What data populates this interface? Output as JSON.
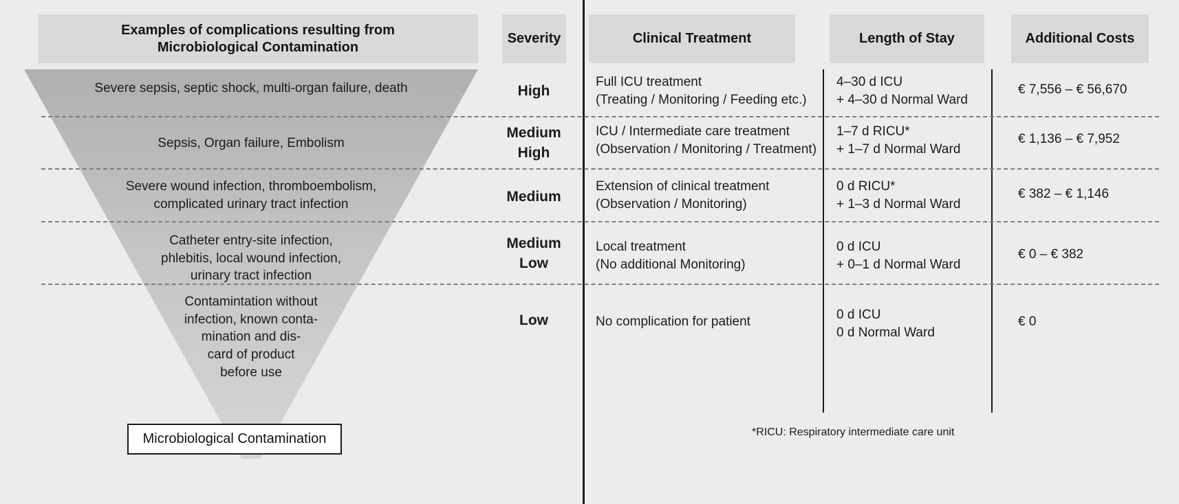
{
  "headers": {
    "examples": "Examples of complications resulting from\nMicrobiological Contamination",
    "examples_line1": "Examples of complications resulting from",
    "examples_line2": "Microbiological Contamination",
    "severity": "Severity",
    "clinical_treatment": "Clinical Treatment",
    "length_of_stay": "Length of Stay",
    "additional_costs": "Additional Costs"
  },
  "rows": [
    {
      "severity": "High",
      "severity_line1": "High",
      "severity_line2": "",
      "examples": [
        "Severe sepsis, septic shock, multi-organ failure, death"
      ],
      "clinical_treatment": [
        "Full ICU treatment",
        "(Treating / Monitoring / Feeding etc.)"
      ],
      "length_of_stay": [
        "4–30 d ICU",
        "+ 4–30 d Normal Ward"
      ],
      "additional_costs": "€ 7,556 – € 56,670"
    },
    {
      "severity": "Medium High",
      "severity_line1": "Medium",
      "severity_line2": "High",
      "examples": [
        "Sepsis, Organ failure, Embolism"
      ],
      "clinical_treatment": [
        "ICU / Intermediate care treatment",
        "(Observation / Monitoring / Treatment)"
      ],
      "length_of_stay": [
        "1–7 d RICU*",
        "+ 1–7 d Normal Ward"
      ],
      "additional_costs": "€ 1,136 – € 7,952"
    },
    {
      "severity": "Medium",
      "severity_line1": "Medium",
      "severity_line2": "",
      "examples": [
        "Severe wound infection, thromboembolism,",
        "complicated urinary tract infection"
      ],
      "clinical_treatment": [
        "Extension of clinical treatment",
        "(Observation / Monitoring)"
      ],
      "length_of_stay": [
        "0 d RICU*",
        "+ 1–3 d Normal Ward"
      ],
      "additional_costs": "€ 382 – € 1,146"
    },
    {
      "severity": "Medium Low",
      "severity_line1": "Medium",
      "severity_line2": "Low",
      "examples": [
        "Catheter entry-site infection,",
        "phlebitis, local wound infection,",
        "urinary tract infection"
      ],
      "clinical_treatment": [
        "Local treatment",
        "(No additional Monitoring)"
      ],
      "length_of_stay": [
        "0 d ICU",
        "+ 0–1 d Normal Ward"
      ],
      "additional_costs": "€ 0 – € 382"
    },
    {
      "severity": "Low",
      "severity_line1": "Low",
      "severity_line2": "",
      "examples": [
        "Contamintation without",
        "infection, known conta-",
        "mination and dis-",
        "card of product",
        "before use"
      ],
      "clinical_treatment": [
        "No complication for patient"
      ],
      "length_of_stay": [
        "0 d ICU",
        "0 d Normal Ward"
      ],
      "additional_costs": "€ 0"
    }
  ],
  "funnel_label": "Microbiological Contamination",
  "footnote": "*RICU: Respiratory intermediate care unit",
  "colors": {
    "page_background": "#ececec",
    "header_band": "#d9d9d9",
    "funnel_top": "#b2b2b2",
    "funnel_bottom": "#d4d4d4",
    "rule": "#1b1b1b",
    "dashed_separator": "#7d7d7d",
    "text": "#1b1b1b"
  },
  "chart_data": {
    "type": "table",
    "title": "Examples of complications resulting from Microbiological Contamination",
    "columns": [
      "Examples of complications resulting from Microbiological Contamination",
      "Severity",
      "Clinical Treatment",
      "Length of Stay",
      "Additional Costs"
    ],
    "rows": [
      [
        "Severe sepsis, septic shock, multi-organ failure, death",
        "High",
        "Full ICU treatment (Treating / Monitoring / Feeding etc.)",
        "4–30 d ICU + 4–30 d Normal Ward",
        "€ 7,556 – € 56,670"
      ],
      [
        "Sepsis, Organ failure, Embolism",
        "Medium High",
        "ICU / Intermediate care treatment (Observation / Monitoring / Treatment)",
        "1–7 d RICU* + 1–7 d Normal Ward",
        "€ 1,136 – € 7,952"
      ],
      [
        "Severe wound infection, thromboembolism, complicated urinary tract infection",
        "Medium",
        "Extension of clinical treatment (Observation / Monitoring)",
        "0 d RICU* + 1–3 d Normal Ward",
        "€ 382 – € 1,146"
      ],
      [
        "Catheter entry-site infection, phlebitis, local wound infection, urinary tract infection",
        "Medium Low",
        "Local treatment (No additional Monitoring)",
        "0 d ICU + 0–1 d Normal Ward",
        "€ 0 – € 382"
      ],
      [
        "Contamintation without infection, known contamination and discard of product before use",
        "Low",
        "No complication for patient",
        "0 d ICU 0 d Normal Ward",
        "€ 0"
      ]
    ],
    "cost_ranges_eur": [
      {
        "severity": "High",
        "min": 7556,
        "max": 56670
      },
      {
        "severity": "Medium High",
        "min": 1136,
        "max": 7952
      },
      {
        "severity": "Medium",
        "min": 382,
        "max": 1146
      },
      {
        "severity": "Medium Low",
        "min": 0,
        "max": 382
      },
      {
        "severity": "Low",
        "min": 0,
        "max": 0
      }
    ]
  }
}
